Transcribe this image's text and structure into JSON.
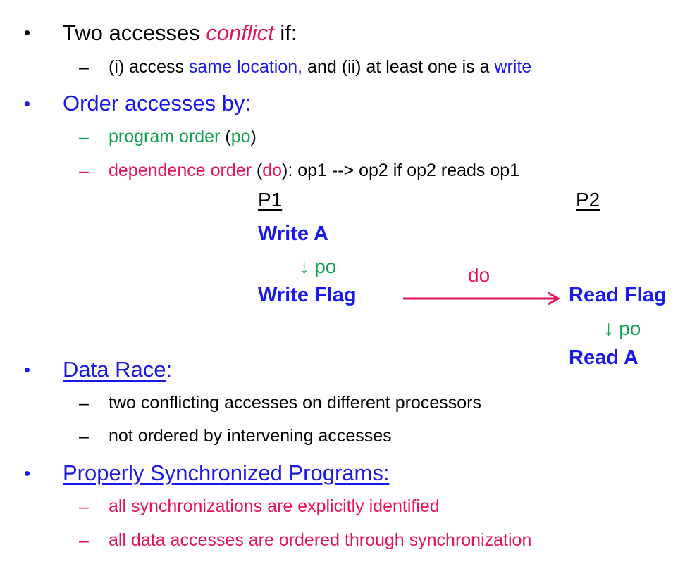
{
  "slide": {
    "bullet1": {
      "prefix": "Two accesses ",
      "emph": "conflict",
      "suffix": " if:",
      "sub": {
        "a": "(i) access ",
        "b": "same location,",
        "c": " and (ii) at least one is a ",
        "d": "write"
      }
    },
    "bullet2": {
      "text": "Order accesses by:",
      "sub1": {
        "a": "program order",
        "b": " (",
        "c": "po",
        "d": ")"
      },
      "sub2": {
        "a": "dependence order",
        "b": " (",
        "c": "do",
        "d": "): op1 --> op2 if op2 reads op1"
      }
    },
    "diagram": {
      "p1_header": "P1",
      "p2_header": "P2",
      "p1_op1": "Write A",
      "p1_op2": "Write Flag",
      "p2_op1": "Read Flag",
      "p2_op2": "Read A",
      "po_label_1": "po",
      "po_label_2": "po",
      "do_label": "do",
      "down_arrow_glyph": "↓"
    },
    "bullet3": {
      "text": "Data Race",
      "colon": ":",
      "sub1": "two conflicting accesses on different processors",
      "sub2": "not ordered by intervening accesses"
    },
    "bullet4": {
      "text": "Properly Synchronized Programs:",
      "sub1": "all synchronizations are explicitly identified",
      "sub2": "all data accesses are ordered through synchronization"
    },
    "bullet_glyph": "•",
    "dash_glyph": "–"
  },
  "colors": {
    "blue": "#1a1ae6",
    "green": "#14a050",
    "pink": "#e6125a",
    "black": "#000000"
  }
}
